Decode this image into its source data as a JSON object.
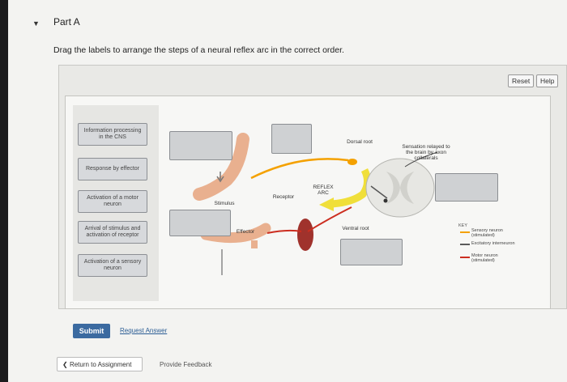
{
  "part": {
    "title": "Part A",
    "caret_icon": "caret-down-icon"
  },
  "instructions": "Drag the labels to arrange the steps of a neural reflex arc in the correct order.",
  "toolbar": {
    "reset_label": "Reset",
    "help_label": "Help"
  },
  "labels": [
    "Information processing in the CNS",
    "Response by effector",
    "Activation of a motor neuron",
    "Arrival of stimulus and activation of receptor",
    "Activation of a sensory neuron"
  ],
  "diagram": {
    "dorsal_root": "Dorsal root",
    "sensation": "Sensation relayed to the brain by axon collaterals",
    "reflex_arc": "REFLEX ARC",
    "receptor": "Receptor",
    "stimulus": "Stimulus",
    "effector": "Effector",
    "ventral_root": "Ventral root"
  },
  "key": {
    "title": "KEY",
    "items": [
      {
        "label": "Sensory neuron (stimulated)",
        "color": "#f4a100"
      },
      {
        "label": "Excitatory interneuron",
        "color": "#5b5b5b"
      },
      {
        "label": "Motor neuron (stimulated)",
        "color": "#cc2e20"
      }
    ]
  },
  "footer": {
    "submit_label": "Submit",
    "request_answer_label": "Request Answer",
    "return_label": "Return to Assignment",
    "feedback_label": "Provide Feedback"
  }
}
